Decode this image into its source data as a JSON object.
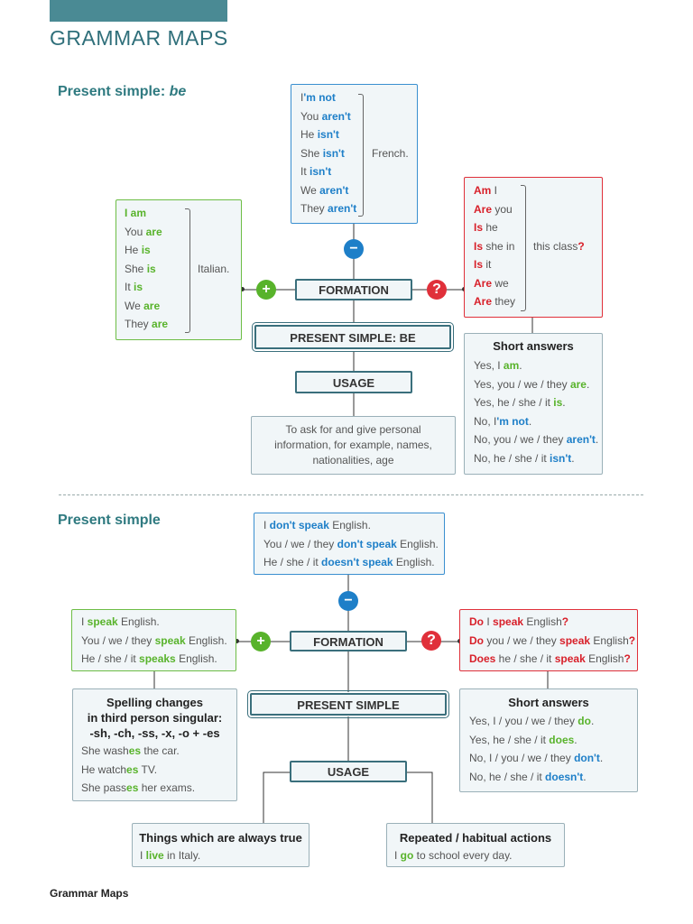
{
  "header": {
    "title": "GRAMMAR MAPS"
  },
  "footer": {
    "text": "Grammar Maps"
  },
  "be": {
    "title_prefix": "Present simple: ",
    "title_italic": "be",
    "negative": {
      "lines": [
        {
          "pre": "I",
          "hl": "'m not",
          "post": ""
        },
        {
          "pre": "You ",
          "hl": "aren't",
          "post": ""
        },
        {
          "pre": "He ",
          "hl": "isn't",
          "post": ""
        },
        {
          "pre": "She ",
          "hl": "isn't",
          "post": ""
        },
        {
          "pre": "It ",
          "hl": "isn't",
          "post": ""
        },
        {
          "pre": "We ",
          "hl": "aren't",
          "post": ""
        },
        {
          "pre": "They ",
          "hl": "aren't",
          "post": ""
        }
      ],
      "suffix": "French."
    },
    "positive": {
      "lines": [
        {
          "pre": "",
          "hl": "I am",
          "post": ""
        },
        {
          "pre": "You ",
          "hl": "are",
          "post": ""
        },
        {
          "pre": "He ",
          "hl": "is",
          "post": ""
        },
        {
          "pre": "She ",
          "hl": "is",
          "post": ""
        },
        {
          "pre": "It ",
          "hl": "is",
          "post": ""
        },
        {
          "pre": "We ",
          "hl": "are",
          "post": ""
        },
        {
          "pre": "They ",
          "hl": "are",
          "post": ""
        }
      ],
      "suffix": "Italian."
    },
    "question": {
      "lines": [
        {
          "pre": "",
          "hl": "Am",
          "post": " I"
        },
        {
          "pre": "",
          "hl": "Are",
          "post": " you"
        },
        {
          "pre": "",
          "hl": "Is",
          "post": " he"
        },
        {
          "pre": "",
          "hl": "Is",
          "post": " she in"
        },
        {
          "pre": "",
          "hl": "Is",
          "post": " it"
        },
        {
          "pre": "",
          "hl": "Are",
          "post": " we"
        },
        {
          "pre": "",
          "hl": "Are",
          "post": " they"
        }
      ],
      "suffix": "this class",
      "suffix_mark": "?"
    },
    "formation": "FORMATION",
    "main": "PRESENT SIMPLE: BE",
    "usage": "USAGE",
    "usage_text": [
      "To ask for and give personal",
      "information, for example, names,",
      "nationalities, age"
    ],
    "short": {
      "title": "Short answers",
      "lines": [
        {
          "pre": "Yes, I ",
          "hl": "am",
          "post": ".",
          "c": "g"
        },
        {
          "pre": "Yes, you / we / they ",
          "hl": "are",
          "post": ".",
          "c": "g"
        },
        {
          "pre": "Yes, he / she / it ",
          "hl": "is",
          "post": ".",
          "c": "g"
        },
        {
          "pre": "No, I",
          "hl": "'m not",
          "post": ".",
          "c": "b"
        },
        {
          "pre": "No, you / we / they ",
          "hl": "aren't",
          "post": ".",
          "c": "b"
        },
        {
          "pre": "No, he / she / it ",
          "hl": "isn't",
          "post": ".",
          "c": "b"
        }
      ]
    }
  },
  "ps": {
    "title": "Present simple",
    "negative": {
      "lines": [
        {
          "pre": "I ",
          "hl": "don't speak",
          "post": " English."
        },
        {
          "pre": "You / we / they ",
          "hl": "don't speak",
          "post": " English."
        },
        {
          "pre": "He / she / it ",
          "hl": "doesn't speak",
          "post": " English."
        }
      ]
    },
    "positive": {
      "lines": [
        {
          "pre": "I ",
          "hl": "speak",
          "post": " English."
        },
        {
          "pre": "You / we / they ",
          "hl": "speak",
          "post": " English."
        },
        {
          "pre": "He / she / it ",
          "hl": "speaks",
          "post": " English."
        }
      ]
    },
    "question": {
      "lines": [
        {
          "a": "Do",
          "b": " I ",
          "c": "speak",
          "d": " English",
          "e": "?"
        },
        {
          "a": "Do",
          "b": " you / we / they ",
          "c": "speak",
          "d": " English",
          "e": "?"
        },
        {
          "a": "Does",
          "b": " he / she / it ",
          "c": "speak",
          "d": " English",
          "e": "?"
        }
      ]
    },
    "formation": "FORMATION",
    "main": "PRESENT SIMPLE",
    "usage": "USAGE",
    "spelling": {
      "title": [
        "Spelling changes",
        "in third person singular:",
        "-sh, -ch, -ss, -x, -o + -es"
      ],
      "lines": [
        {
          "pre": "She wash",
          "hl": "es",
          "post": " the car."
        },
        {
          "pre": "He watch",
          "hl": "es",
          "post": " TV."
        },
        {
          "pre": "She pass",
          "hl": "es",
          "post": " her exams."
        }
      ]
    },
    "short": {
      "title": "Short answers",
      "lines": [
        {
          "pre": "Yes, I / you / we / they ",
          "hl": "do",
          "post": ".",
          "c": "g"
        },
        {
          "pre": "Yes, he / she / it ",
          "hl": "does",
          "post": ".",
          "c": "g"
        },
        {
          "pre": "No, I / you / we / they ",
          "hl": "don't",
          "post": ".",
          "c": "b"
        },
        {
          "pre": "No, he / she / it ",
          "hl": "doesn't",
          "post": ".",
          "c": "b"
        }
      ]
    },
    "always_true": {
      "title": "Things which are always true",
      "pre": "I ",
      "hl": "live",
      "post": " in Italy."
    },
    "habitual": {
      "title": "Repeated / habitual actions",
      "pre": "I ",
      "hl": "go",
      "post": " to school every day."
    }
  },
  "icons": {
    "minus": "−",
    "plus": "+",
    "question": "?"
  },
  "colors": {
    "green": "#58b32b",
    "blue": "#1e7fc8",
    "red": "#d8202a",
    "teal": "#2f7a80"
  }
}
